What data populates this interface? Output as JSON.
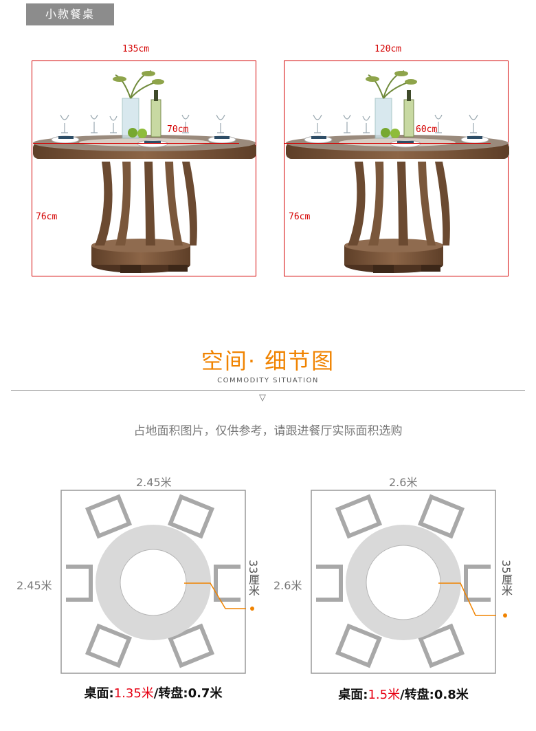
{
  "header": {
    "tag_label": "小款餐桌"
  },
  "tables": [
    {
      "width_label": "135cm",
      "turntable_label": "70cm",
      "height_label": "76cm"
    },
    {
      "width_label": "120cm",
      "turntable_label": "60cm",
      "height_label": "76cm"
    }
  ],
  "section": {
    "title": "空间· 细节图",
    "subtitle": "COMMODITY SITUATION",
    "arrow": "▽",
    "note": "占地面积图片，仅供参考，请跟进餐厅实际面积选购"
  },
  "plans": [
    {
      "top_label": "2.45米",
      "side_label": "2.45米",
      "gap_label": "33厘米",
      "caption_prefix": "桌面:",
      "caption_highlight": "1.35米",
      "caption_suffix": "/转盘:0.7米"
    },
    {
      "top_label": "2.6米",
      "side_label": "2.6米",
      "gap_label": "35厘米",
      "caption_prefix": "桌面:",
      "caption_highlight": "1.5米",
      "caption_suffix": "/转盘:0.8米"
    }
  ],
  "colors": {
    "dimension_red": "#d40000",
    "accent_orange": "#f08300",
    "caption_red": "#e60012",
    "wood": "#7b563a"
  }
}
